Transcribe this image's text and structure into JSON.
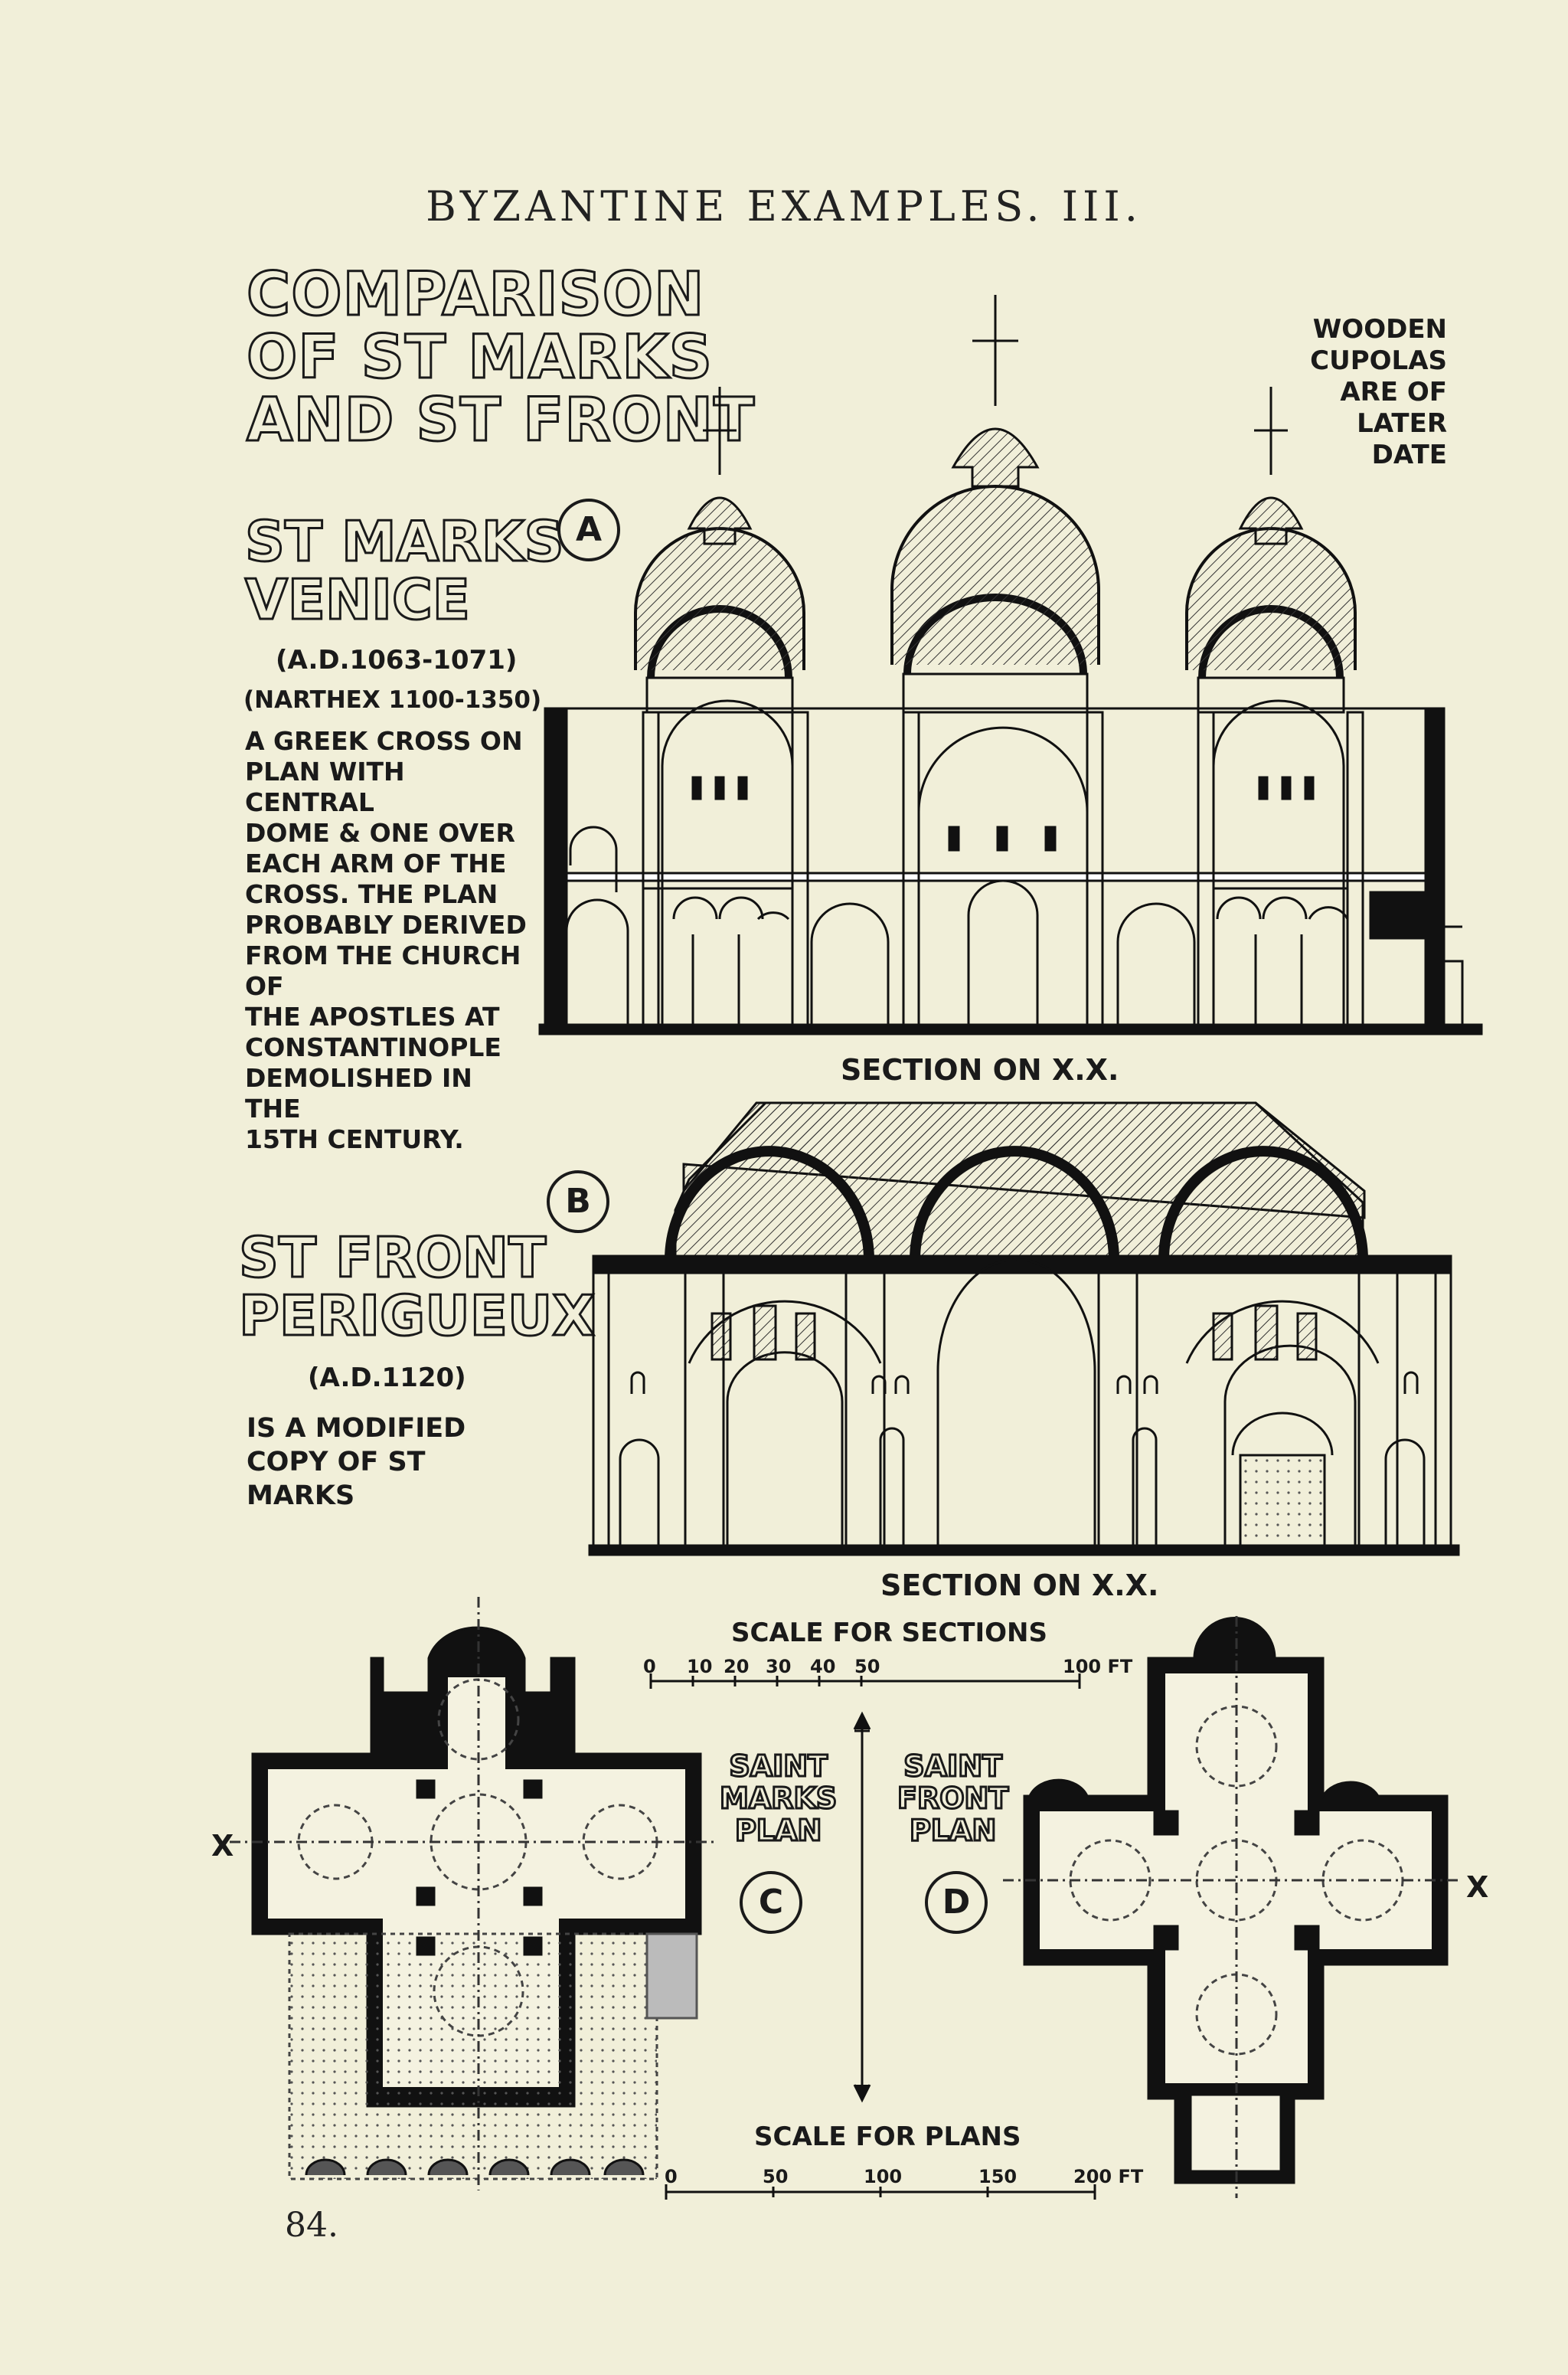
{
  "header": {
    "running_title": "BYZANTINE EXAMPLES. III."
  },
  "title_block": {
    "line1": "COMPARISON",
    "line2": "OF ST MARKS",
    "line3": "AND ST FRONT"
  },
  "st_marks": {
    "name_line1": "ST MARKS",
    "name_line2": "VENICE",
    "date": "(A.D.1063-1071)",
    "narthex": "(NARTHEX 1100-1350)",
    "description": [
      "A GREEK CROSS ON",
      "PLAN WITH CENTRAL",
      "DOME & ONE OVER",
      "EACH ARM OF THE",
      "CROSS. THE PLAN",
      "PROBABLY DERIVED",
      "FROM THE CHURCH OF",
      "THE APOSTLES AT",
      "CONSTANTINOPLE",
      "DEMOLISHED IN THE",
      "15TH CENTURY."
    ]
  },
  "cupola_note": [
    "WOODEN",
    "CUPOLAS",
    "ARE OF",
    "LATER",
    "DATE"
  ],
  "st_front": {
    "name_line1": "ST FRONT",
    "name_line2": "PERIGUEUX",
    "date": "(A.D.1120)",
    "description": [
      "IS A MODIFIED",
      "COPY OF ST MARKS"
    ]
  },
  "labels": {
    "a": "A",
    "b": "B",
    "c": "C",
    "d": "D"
  },
  "captions": {
    "section_a": "SECTION ON X.X.",
    "section_b": "SECTION ON X.X.",
    "scale_sections": "SCALE FOR SECTIONS",
    "scale_plans": "SCALE FOR PLANS"
  },
  "plan_labels": {
    "saint_marks": [
      "SAINT",
      "MARKS",
      "PLAN"
    ],
    "saint_front": [
      "SAINT",
      "FRONT",
      "PLAN"
    ],
    "x_marker": "X"
  },
  "scale_sections_ticks": [
    "0",
    "10",
    "20",
    "30",
    "40",
    "50",
    "100 FT"
  ],
  "scale_plans_ticks": [
    "0",
    "50",
    "100",
    "150",
    "200 FT"
  ],
  "page_number": "84."
}
